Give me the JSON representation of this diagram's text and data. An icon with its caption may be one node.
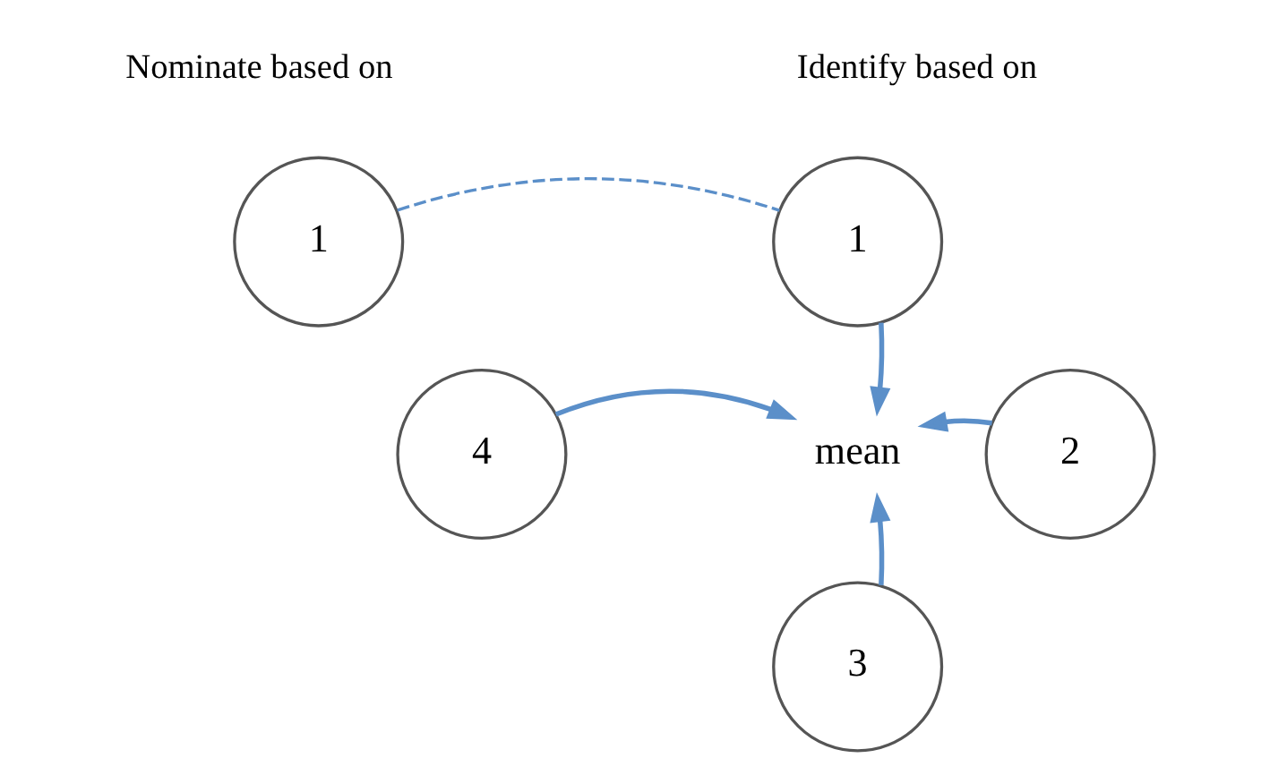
{
  "diagram": {
    "nodes": [
      {
        "text": [
          "1"
        ]
      },
      {
        "text": [
          "1"
        ]
      },
      {
        "text": [
          "4"
        ]
      },
      {
        "text": [
          "mean"
        ]
      },
      {
        "text": [
          "2"
        ]
      },
      {
        "text": [
          "3"
        ]
      }
    ],
    "edges": [
      {
        "from": 0,
        "to": 1,
        "arrow": "none",
        "style": "dashed"
      },
      {
        "from": 1,
        "to": 3,
        "arrow": "to"
      },
      {
        "from": 2,
        "to": 3,
        "arrow": "to"
      },
      {
        "from": 4,
        "to": 3,
        "arrow": "to"
      },
      {
        "from": 5,
        "to": 3,
        "arrow": "to"
      }
    ],
    "labels": [
      "Nominate based on",
      "Identify based on"
    ]
  }
}
